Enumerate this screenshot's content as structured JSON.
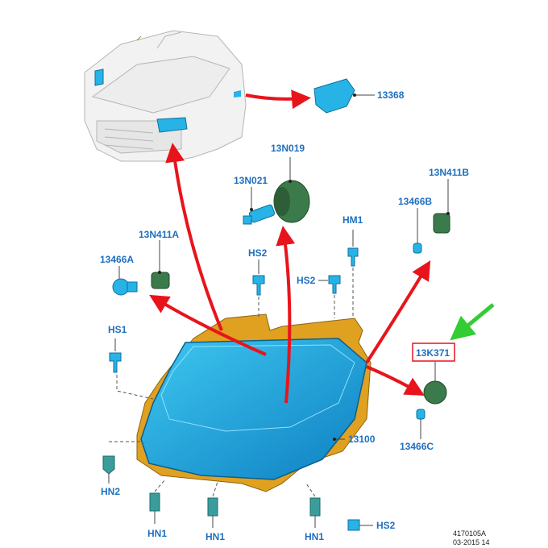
{
  "labels": {
    "p13368": "13368",
    "p13N019": "13N019",
    "p13N021": "13N021",
    "p13N411B": "13N411B",
    "p13466B": "13466B",
    "p13N411A": "13N411A",
    "p13466A": "13466A",
    "pHM1": "HM1",
    "pHS2_top": "HS2",
    "pHS2_mid": "HS2",
    "pHS1": "HS1",
    "p13K371": "13K371",
    "p13100": "13100",
    "p13466C": "13466C",
    "pHN2": "HN2",
    "pHN1_a": "HN1",
    "pHN1_b": "HN1",
    "pHN1_c": "HN1",
    "pHS2_bottom": "HS2"
  },
  "footer": {
    "code": "4170105A",
    "date": "03-2015 14"
  },
  "colors": {
    "label": "#1f6fbf",
    "arrow": "#e8141c",
    "highlight_box": "#e8141c",
    "pointer": "#33cc33",
    "part_blue": "#27b3e6",
    "bracket": "#e0a020",
    "connector": "#3b7a4a"
  }
}
